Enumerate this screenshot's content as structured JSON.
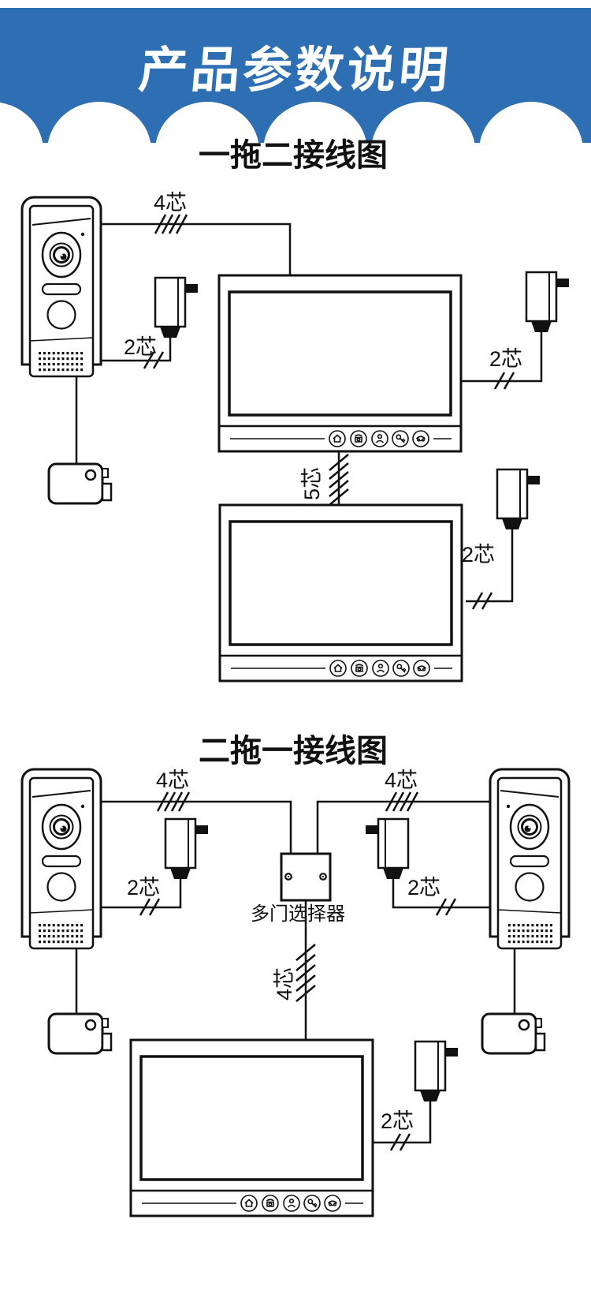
{
  "header": {
    "title": "产品参数说明",
    "banner_color": "#2e6eb3",
    "text_color": "#ffffff"
  },
  "diagram1": {
    "title": "一拖二接线图",
    "four_core": "4芯",
    "two_core_door": "2芯",
    "two_core_monitor1": "2芯",
    "five_core": "5芯",
    "two_core_monitor2": "2芯"
  },
  "diagram2": {
    "title": "二拖一接线图",
    "four_core_left": "4芯",
    "four_core_right": "4芯",
    "two_core_left": "2芯",
    "two_core_right": "2芯",
    "four_core_down": "4芯",
    "two_core_bottom": "2芯",
    "selector_label": "多门选择器"
  },
  "icons": {
    "monitor_buttons": [
      "home-icon",
      "camera-monitor-icon",
      "intercom-person-icon",
      "unlock-key-icon",
      "phone-icon"
    ],
    "line_color": "#111111"
  }
}
